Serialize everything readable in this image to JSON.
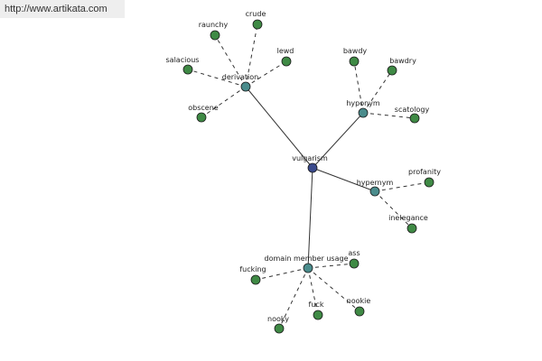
{
  "header": {
    "url": "http://www.artikata.com"
  },
  "colors": {
    "root": "#3a4a8c",
    "hub": "#4a8c8c",
    "leaf": "#3f8a45",
    "edge": "#333333"
  },
  "graph": {
    "root": "vulgarism",
    "groups": [
      {
        "relation": "derivation",
        "terms": [
          "raunchy",
          "crude",
          "salacious",
          "lewd",
          "obscene"
        ]
      },
      {
        "relation": "hyponym",
        "terms": [
          "bawdy",
          "bawdry",
          "scatology"
        ]
      },
      {
        "relation": "hypernym",
        "terms": [
          "profanity",
          "inelegance"
        ]
      },
      {
        "relation": "domain member usage",
        "terms": [
          "ass",
          "fucking",
          "fuck",
          "nookie",
          "nooky"
        ]
      }
    ]
  }
}
